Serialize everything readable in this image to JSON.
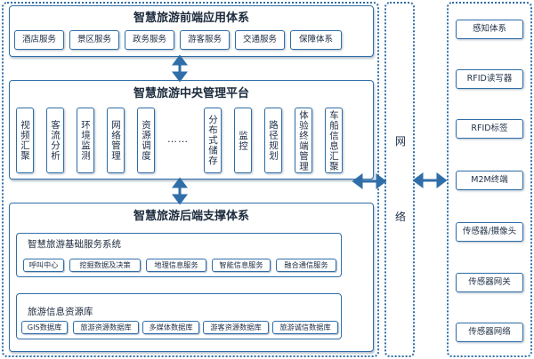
{
  "front": {
    "title": "智慧旅游前端应用体系",
    "items": [
      "酒店服务",
      "景区服务",
      "政务服务",
      "游客服务",
      "交通服务",
      "保障体系"
    ]
  },
  "central": {
    "title": "智慧旅游中央管理平台",
    "items": [
      "视频汇聚",
      "客流分析",
      "环境监测",
      "网络管理",
      "资源调度",
      "分布式储存",
      "监控",
      "路径规划",
      "体验终端管理",
      "车船信息汇聚"
    ],
    "ellipsis": "……"
  },
  "back": {
    "title": "智慧旅游后端支撑体系",
    "basic": {
      "title": "智慧旅游基础服务系统",
      "items": [
        "呼叫中心",
        "挖掘数据及决策",
        "地理信息服务",
        "智能信息服务",
        "融合通信服务"
      ]
    },
    "resource": {
      "title": "旅游信息资源库",
      "items": [
        "GIS数据库",
        "旅游资源数据库",
        "多媒体数据库",
        "游客资源数据库",
        "旅游诚信数据库"
      ]
    }
  },
  "network": {
    "char1": "网",
    "char2": "络"
  },
  "perception": {
    "items": [
      "感知体系",
      "RFID读写器",
      "RFID标签",
      "M2M终端",
      "传感器/摄像头",
      "传感器网关",
      "传感器网络"
    ]
  },
  "colors": {
    "border": "#2f6ea8",
    "arrow": "#2f6ea8",
    "text": "#1d2e45"
  }
}
